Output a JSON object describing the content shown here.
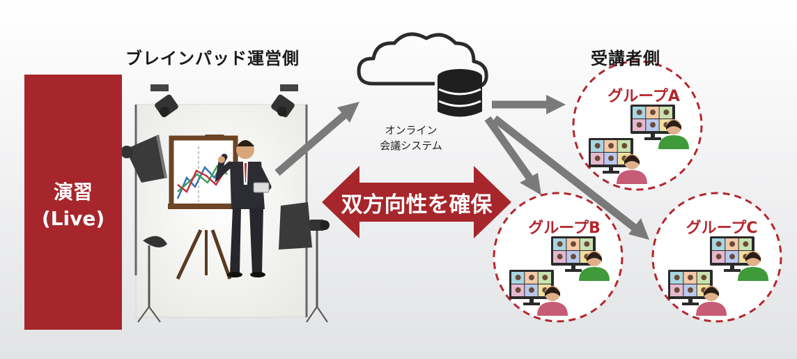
{
  "operator_side_label": "ブレインパッド運営側",
  "participant_side_label": "受講者側",
  "live_box": {
    "line1": "演習",
    "line2": "(Live)",
    "color": "#a6262b"
  },
  "conference_system": {
    "line1": "オンライン",
    "line2": "会議システム"
  },
  "bidirectional_label": "双方向性を確保",
  "groups": [
    {
      "label": "グループA"
    },
    {
      "label": "グループB"
    },
    {
      "label": "グループC"
    }
  ],
  "colors": {
    "accent_red": "#a6262b",
    "group_text": "#b3262c",
    "arrow_gray": "#7a7a7a",
    "cloud_stroke": "#2b2b2b"
  }
}
